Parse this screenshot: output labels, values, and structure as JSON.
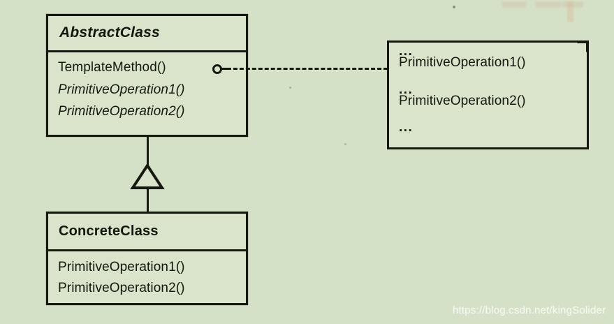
{
  "diagram": {
    "title": "Template Method pattern UML class diagram",
    "background_color": "#d6e2c7",
    "ink_color": "#16190f",
    "abstract_class": {
      "name": "AbstractClass",
      "operations": [
        "TemplateMethod()",
        "PrimitiveOperation1()",
        "PrimitiveOperation2()"
      ]
    },
    "concrete_class": {
      "name": "ConcreteClass",
      "operations": [
        "PrimitiveOperation1()",
        "PrimitiveOperation2()"
      ]
    },
    "note": {
      "lines": [
        "...",
        "PrimitiveOperation1()",
        "...",
        "PrimitiveOperation2()",
        "..."
      ]
    },
    "relationships": [
      {
        "kind": "generalization",
        "from": "ConcreteClass",
        "to": "AbstractClass",
        "arrow": "hollow-triangle"
      },
      {
        "kind": "dependency-note",
        "from": "TemplateMethod()",
        "to": "note",
        "line_style": "dashed",
        "endpoint": "ball"
      }
    ]
  },
  "watermark": {
    "text": "https://blog.csdn.net/kingSolider"
  }
}
